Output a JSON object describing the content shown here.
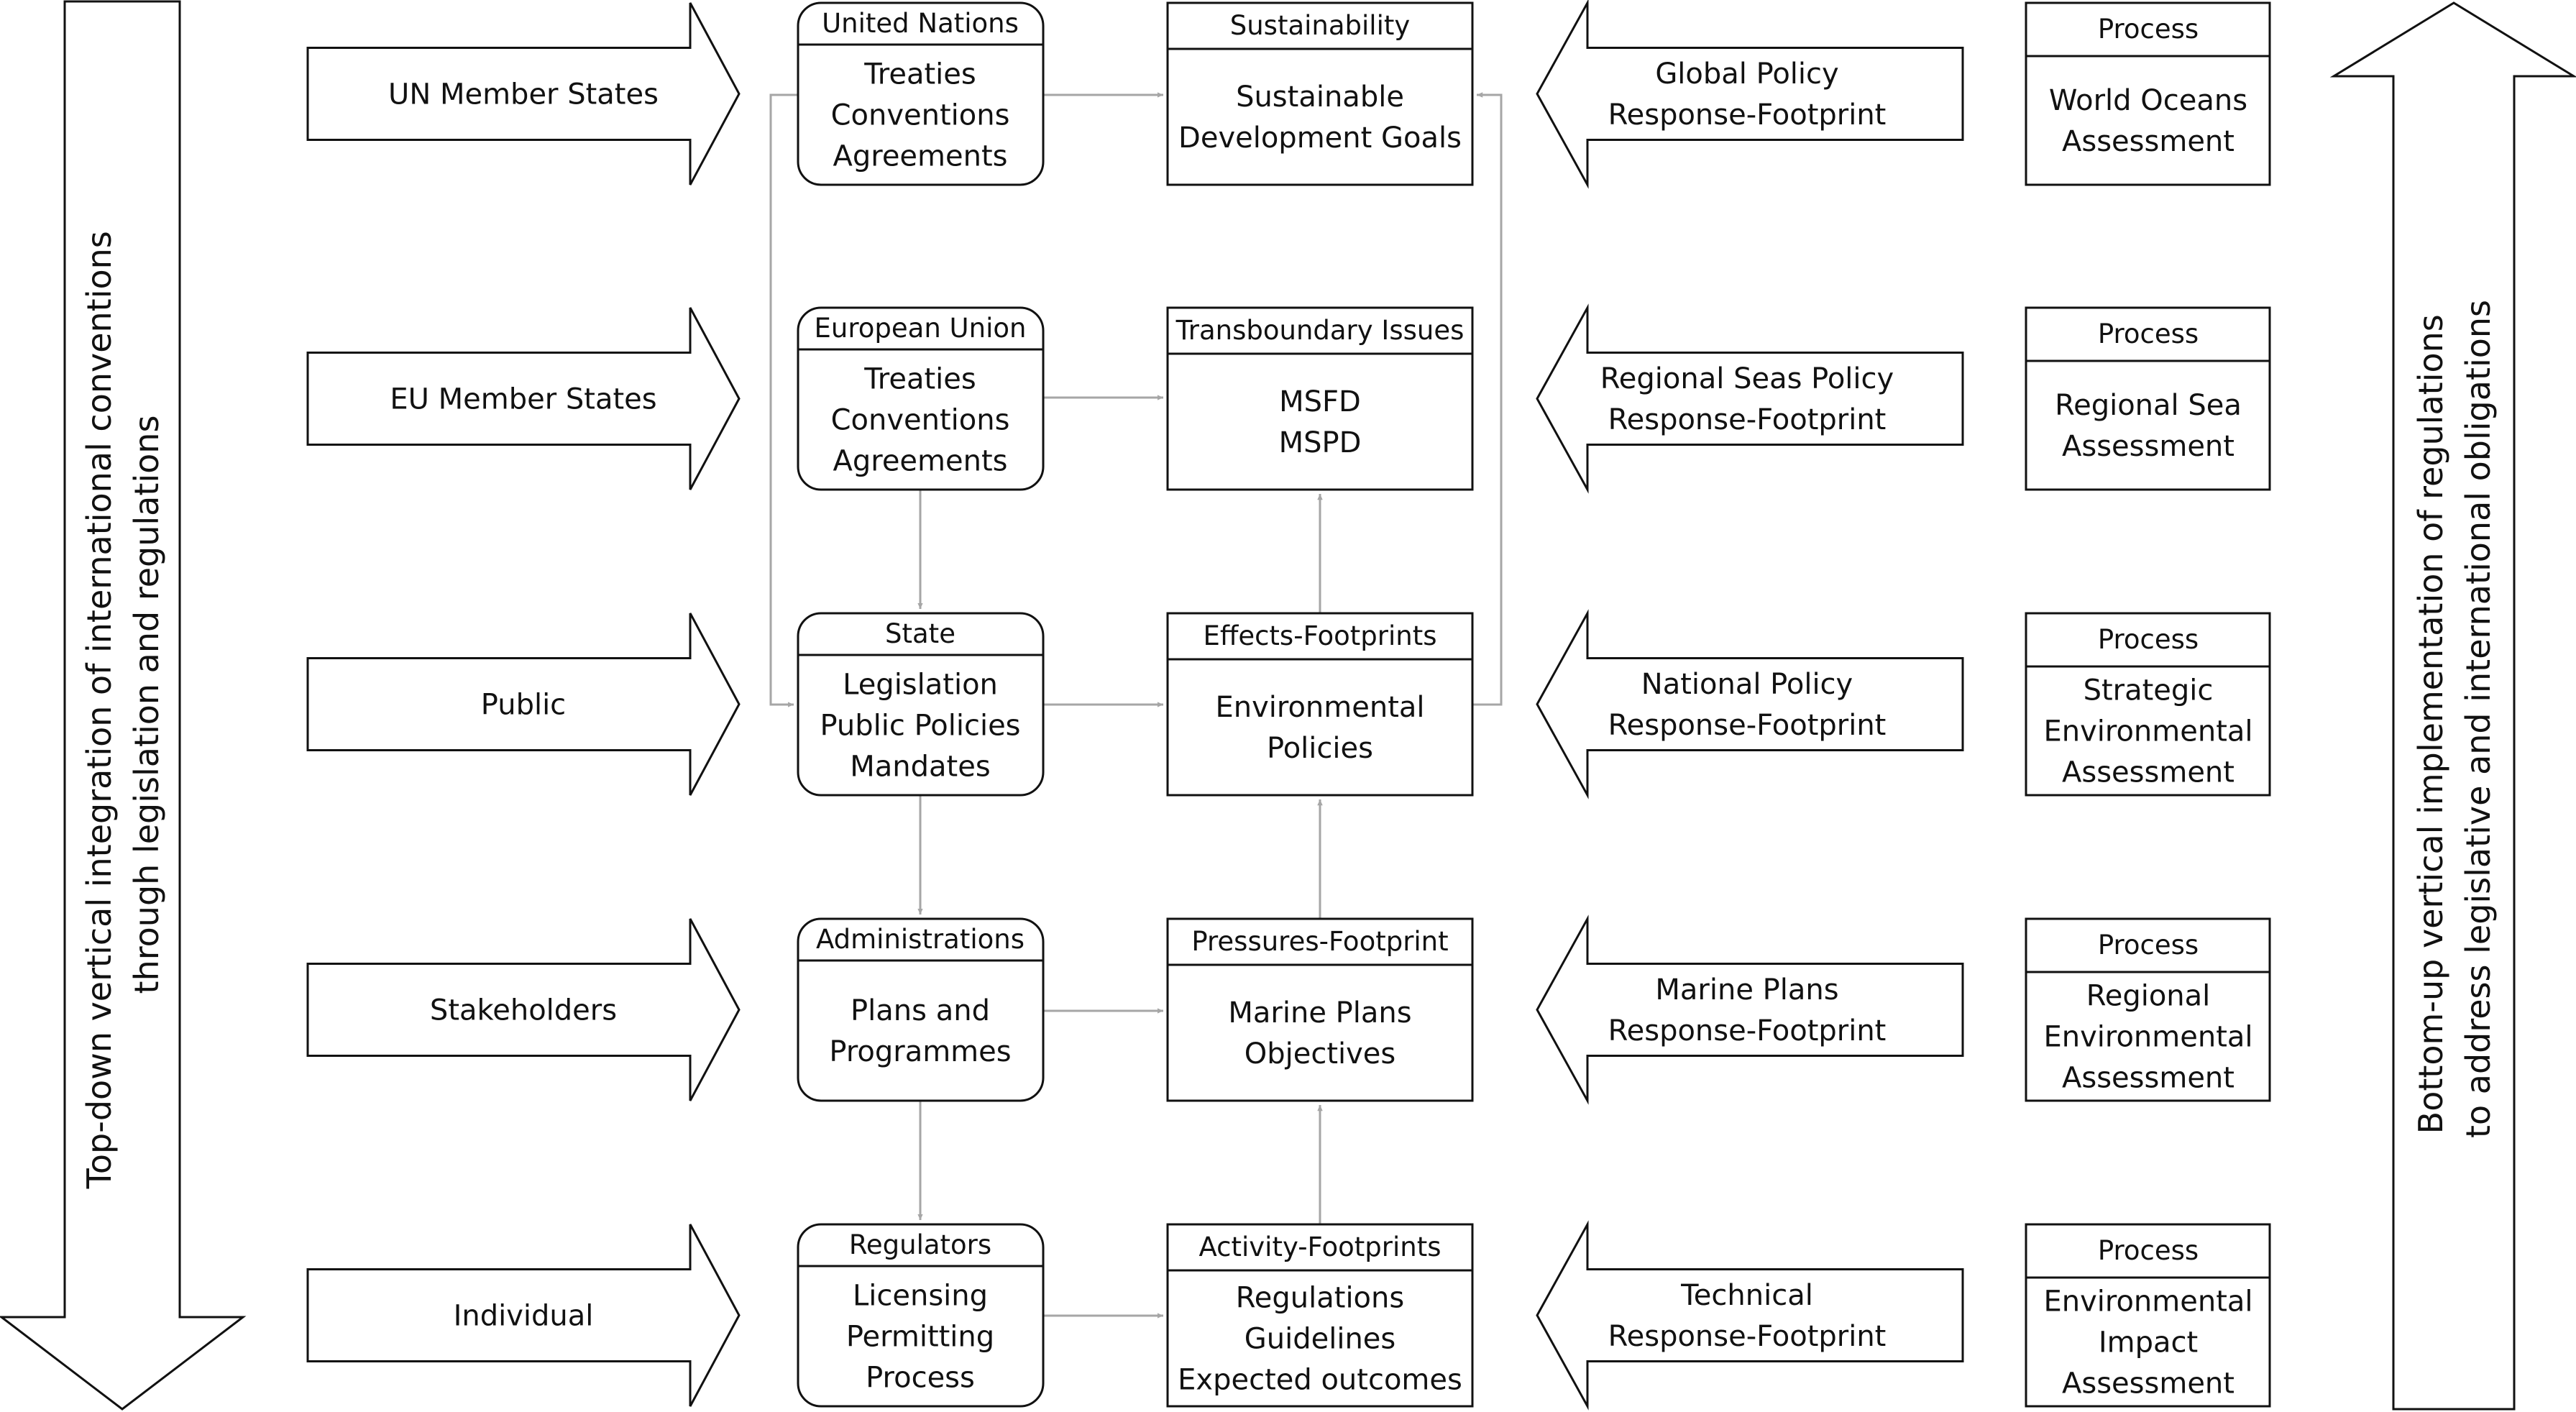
{
  "actors": [
    {
      "label": "UN Member States"
    },
    {
      "label": "EU Member States"
    },
    {
      "label": "Public"
    },
    {
      "label": "Stakeholders"
    },
    {
      "label": "Individual"
    }
  ],
  "institutions": [
    {
      "header": "United Nations",
      "lines": [
        "Treaties",
        "Conventions",
        "Agreements"
      ]
    },
    {
      "header": "European Union",
      "lines": [
        "Treaties",
        "Conventions",
        "Agreements"
      ]
    },
    {
      "header": "State",
      "lines": [
        "Legislation",
        "Public Policies",
        "Mandates"
      ]
    },
    {
      "header": "Administrations",
      "lines": [
        "Plans and",
        "Programmes"
      ]
    },
    {
      "header": "Regulators",
      "lines": [
        "Licensing",
        "Permitting",
        "Process"
      ]
    }
  ],
  "footprints": [
    {
      "header": "Sustainability",
      "lines": [
        "Sustainable",
        "Development Goals"
      ]
    },
    {
      "header": "Transboundary Issues",
      "lines": [
        "MSFD",
        "MSPD"
      ]
    },
    {
      "header": "Effects-Footprints",
      "lines": [
        "Environmental",
        "Policies"
      ]
    },
    {
      "header": "Pressures-Footprint",
      "lines": [
        "Marine Plans",
        "Objectives"
      ]
    },
    {
      "header": "Activity-Footprints",
      "lines": [
        "Regulations",
        "Guidelines",
        "Expected outcomes"
      ]
    }
  ],
  "responses": [
    {
      "lines": [
        "Global Policy",
        "Response-Footprint"
      ]
    },
    {
      "lines": [
        "Regional Seas Policy",
        "Response-Footprint"
      ]
    },
    {
      "lines": [
        "National Policy",
        "Response-Footprint"
      ]
    },
    {
      "lines": [
        "Marine Plans",
        "Response-Footprint"
      ]
    },
    {
      "lines": [
        "Technical",
        "Response-Footprint"
      ]
    }
  ],
  "processes": [
    {
      "header": "Process",
      "lines": [
        "World Oceans",
        "Assessment"
      ]
    },
    {
      "header": "Process",
      "lines": [
        "Regional Sea",
        "Assessment"
      ]
    },
    {
      "header": "Process",
      "lines": [
        "Strategic",
        "Environmental",
        "Assessment"
      ]
    },
    {
      "header": "Process",
      "lines": [
        "Regional",
        "Environmental",
        "Assessment"
      ]
    },
    {
      "header": "Process",
      "lines": [
        "Environmental",
        "Impact",
        "Assessment"
      ]
    }
  ],
  "left_arrow": {
    "lines": [
      "Top-down vertical integration of international conventions",
      "through legislation and regulations"
    ]
  },
  "right_arrow": {
    "lines": [
      "Bottom-up vertical implementation of regulations",
      "to address legislative and international obligations"
    ]
  }
}
